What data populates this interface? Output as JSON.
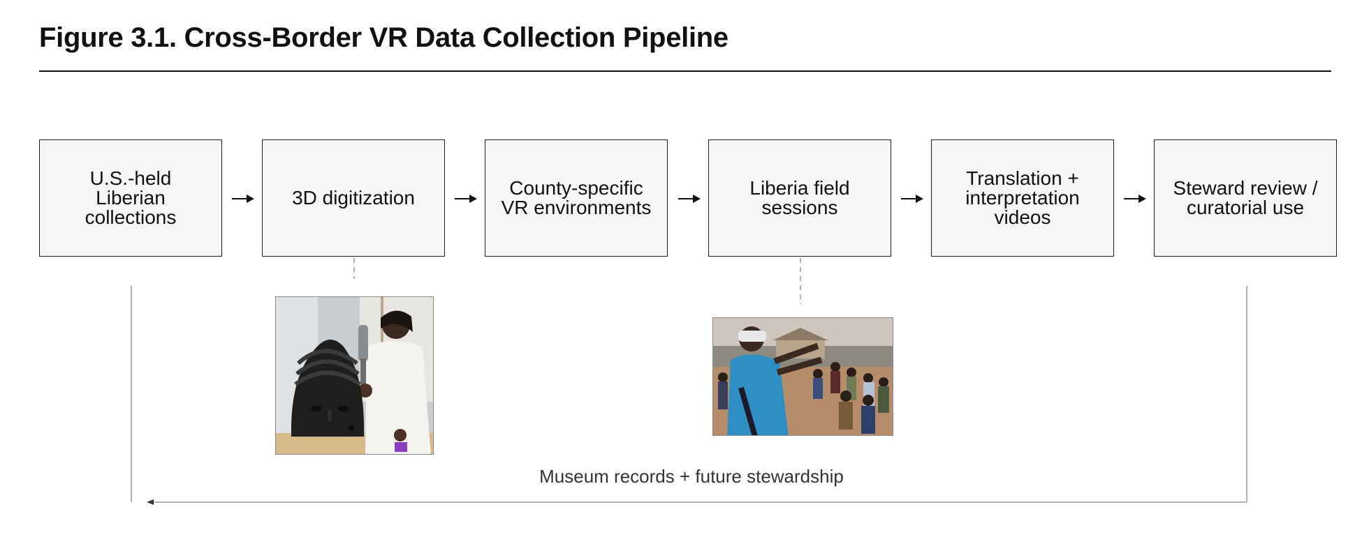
{
  "figure": {
    "title": "Figure 3.1. Cross-Border VR Data Collection Pipeline"
  },
  "steps": [
    {
      "label": "U.S.-held\nLiberian\ncollections"
    },
    {
      "label": "3D digitization"
    },
    {
      "label": "County-specific\nVR environments"
    },
    {
      "label": "Liberia field\nsessions"
    },
    {
      "label": "Translation +\ninterpretation\nvideos"
    },
    {
      "label": "Steward review /\ncuratorial use"
    }
  ],
  "photos": {
    "digitization": "person scanning a carved helmet mask with a handheld 3D scanner",
    "field_session": "community members gathered outdoors during a VR headset session"
  },
  "feedback": {
    "label": "Museum records + future stewardship"
  },
  "colors": {
    "box_fill": "#f6f6f6",
    "box_border": "#1a1a1a",
    "connector": "#999999",
    "text": "#111111"
  }
}
